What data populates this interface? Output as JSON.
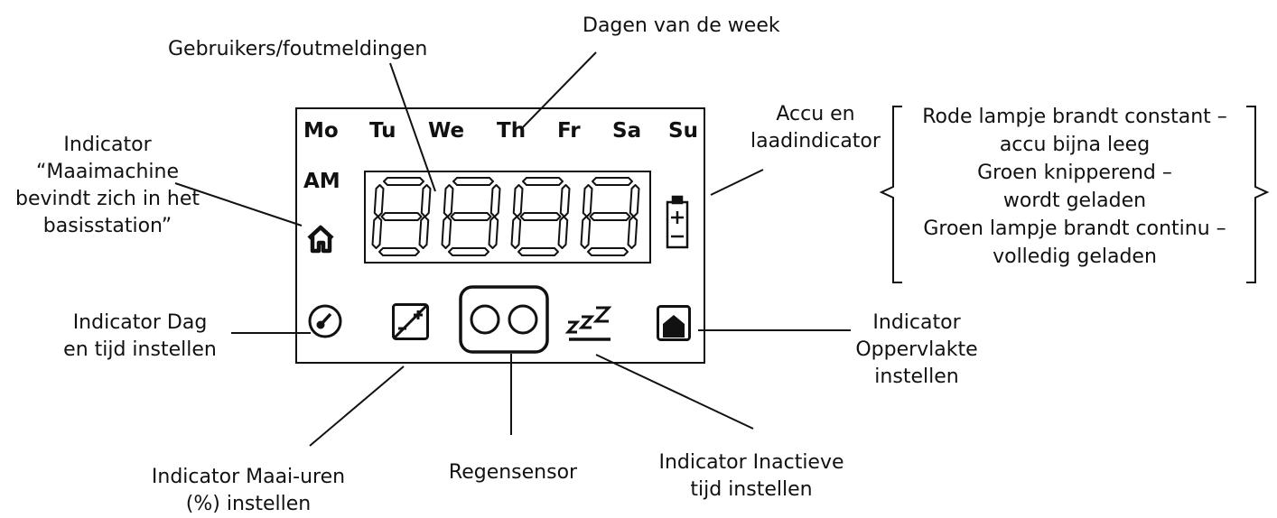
{
  "labels": {
    "days_of_week": "Dagen van de week",
    "users_errors": "Gebruikers/foutmeldingen",
    "home_indicator": [
      "Indicator",
      "“Maaimachine",
      "bevindt zich in het",
      "basisstation”"
    ],
    "battery_indicator": [
      "Accu en",
      "laadindicator"
    ],
    "day_time_indicator": [
      "Indicator Dag",
      "en tijd instellen"
    ],
    "area_indicator": [
      "Indicator",
      "Oppervlakte",
      "instellen"
    ],
    "mowing_hours_indicator": [
      "Indicator Maai-uren",
      "(%) instellen"
    ],
    "rain_sensor": "Regensensor",
    "inactive_time_indicator": [
      "Indicator Inactieve",
      "tijd instellen"
    ]
  },
  "battery_states": [
    "Rode lampje brandt constant –",
    "accu bijna leeg",
    "Groen knipperend –",
    "wordt geladen",
    "Groen lampje brandt continu –",
    "volledig geladen"
  ],
  "display": {
    "days": [
      "Mo",
      "Tu",
      "We",
      "Th",
      "Fr",
      "Sa",
      "Su"
    ],
    "am_label": "AM",
    "digits": "8888"
  },
  "icons": [
    "home-icon",
    "battery-icon",
    "clock-icon",
    "plus-minus-icon",
    "rain-sensor-icon",
    "sleep-icon",
    "area-icon"
  ],
  "colors": {
    "line": "#111111",
    "background": "#ffffff"
  }
}
